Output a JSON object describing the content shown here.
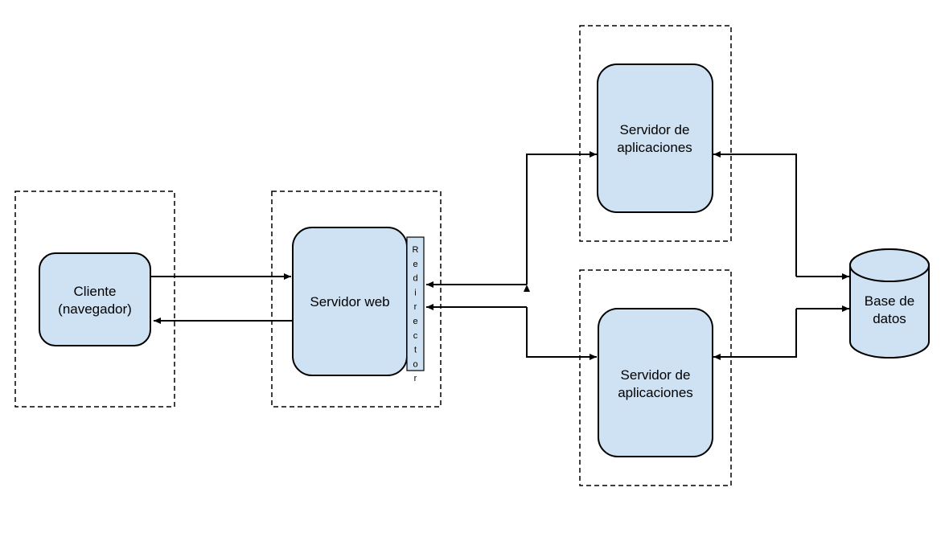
{
  "nodes": {
    "client": {
      "line1": "Cliente",
      "line2": "(navegador)"
    },
    "web_server": {
      "label": "Servidor web"
    },
    "redirector": {
      "label": "Redirector"
    },
    "app_server_1": {
      "line1": "Servidor de",
      "line2": "aplicaciones"
    },
    "app_server_2": {
      "line1": "Servidor de",
      "line2": "aplicaciones"
    },
    "database": {
      "line1": "Base de",
      "line2": "datos"
    }
  },
  "colors": {
    "node_fill": "#cfe2f3",
    "stroke": "#000000"
  }
}
